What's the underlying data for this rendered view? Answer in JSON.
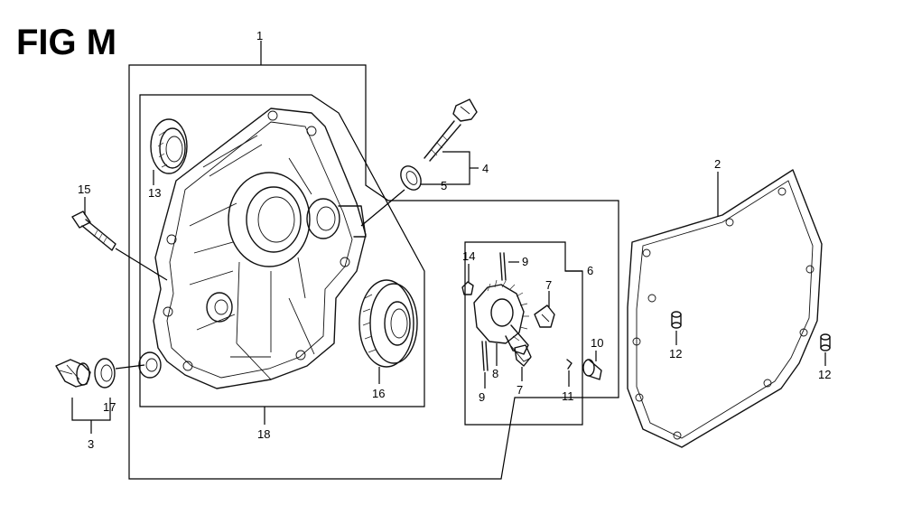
{
  "title": "FIG M",
  "callouts": {
    "c1": "1",
    "c2": "2",
    "c3": "3",
    "c4": "4",
    "c5": "5",
    "c6": "6",
    "c7a": "7",
    "c7b": "7",
    "c8": "8",
    "c9a": "9",
    "c9b": "9",
    "c10": "10",
    "c11": "11",
    "c12a": "12",
    "c12b": "12",
    "c13": "13",
    "c14": "14",
    "c15": "15",
    "c16": "16",
    "c17": "17",
    "c18": "18"
  }
}
